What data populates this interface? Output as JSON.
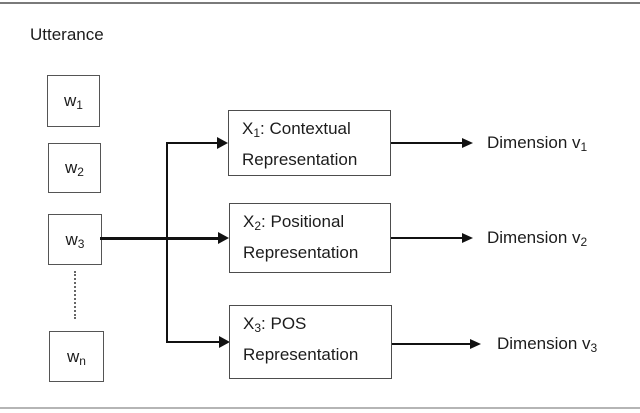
{
  "figure": {
    "utterance_label": "Utterance",
    "words": [
      {
        "base": "w",
        "sub": "1"
      },
      {
        "base": "w",
        "sub": "2"
      },
      {
        "base": "w",
        "sub": "3"
      },
      {
        "base": "w",
        "sub": "n"
      }
    ],
    "representation_boxes": [
      {
        "x": "X",
        "sub": "1",
        "type": ": Contextual",
        "line2": "Representation"
      },
      {
        "x": "X",
        "sub": "2",
        "type": ": Positional",
        "line2": "Representation"
      },
      {
        "x": "X",
        "sub": "3",
        "type": ": POS",
        "line2": "Representation"
      }
    ],
    "dimension_labels": [
      {
        "base": "Dimension v",
        "sub": "1"
      },
      {
        "base": "Dimension v",
        "sub": "2"
      },
      {
        "base": "Dimension v",
        "sub": "3"
      }
    ],
    "colors": {
      "background": "#ffffff",
      "text": "#1c1c1c",
      "arrow_line": "#111111",
      "box_border": "#4d4d4d",
      "word_box_border": "#555555",
      "top_rule": "#7a7a7a",
      "bottom_rule": "#b5b5b5"
    }
  }
}
